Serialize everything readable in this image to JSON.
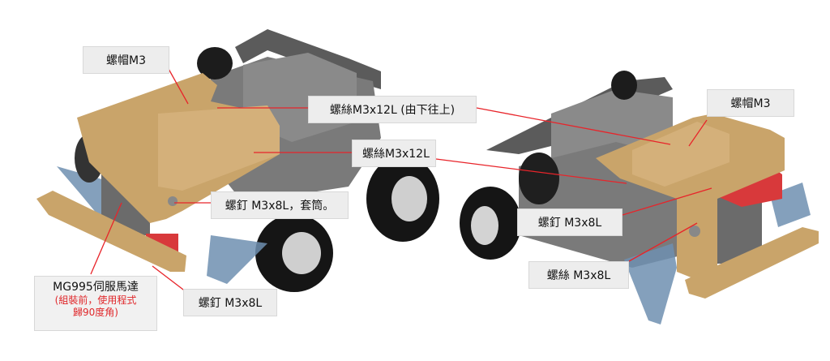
{
  "colors": {
    "callout_line": "#e8242a",
    "label_bg": "#ededed",
    "wood": "#c9a46a",
    "metal": "#6f6f6f",
    "red_part": "#d8393b",
    "tire": "#1a1a1a",
    "blue_bracket": "#6e8fb0"
  },
  "labels": {
    "left_nut": "螺帽M3",
    "screw_12l_bottom_up": "螺絲M3x12L (由下往上)",
    "screw_12l": "螺絲M3x12L",
    "nail_8l_sleeve": "螺釘 M3x8L，套筒。",
    "servo_title": "MG995伺服馬達",
    "servo_note_1": "(組裝前，使用程式",
    "servo_note_2": "歸90度角)",
    "left_nail_8l": "螺釘 M3x8L",
    "right_nut": "螺帽M3",
    "right_nail_8l": "螺釘 M3x8L",
    "right_screw_8l": "螺絲 M3x8L"
  }
}
